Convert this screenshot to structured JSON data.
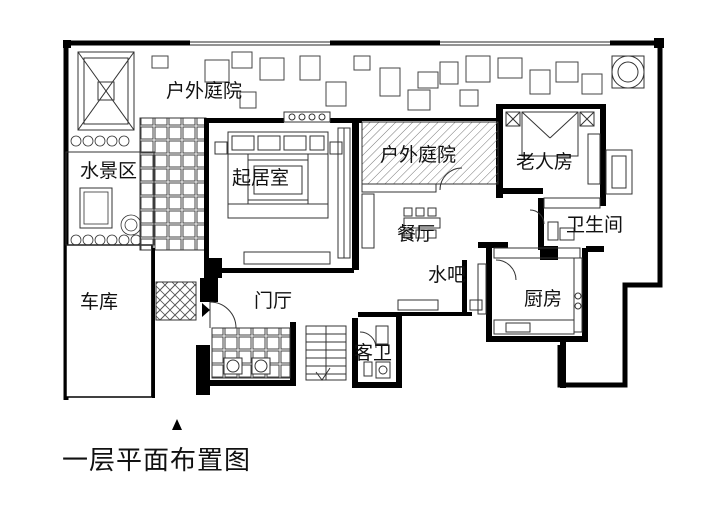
{
  "title": "一层平面布置图",
  "rooms": {
    "outdoor_courtyard_top": "户外庭院",
    "outdoor_courtyard_mid": "户外庭院",
    "water_feature": "水景区",
    "living_room": "起居室",
    "elder_room": "老人房",
    "bathroom": "卫生间",
    "dining_room": "餐厅",
    "water_bar": "水吧",
    "kitchen": "厨房",
    "garage": "车库",
    "foyer": "门厅",
    "guest_wc": "客卫"
  },
  "colors": {
    "wall": "#000000",
    "line": "#333333",
    "background": "#ffffff",
    "hatch": "#666666"
  },
  "icons": [
    "north-arrow-icon"
  ]
}
